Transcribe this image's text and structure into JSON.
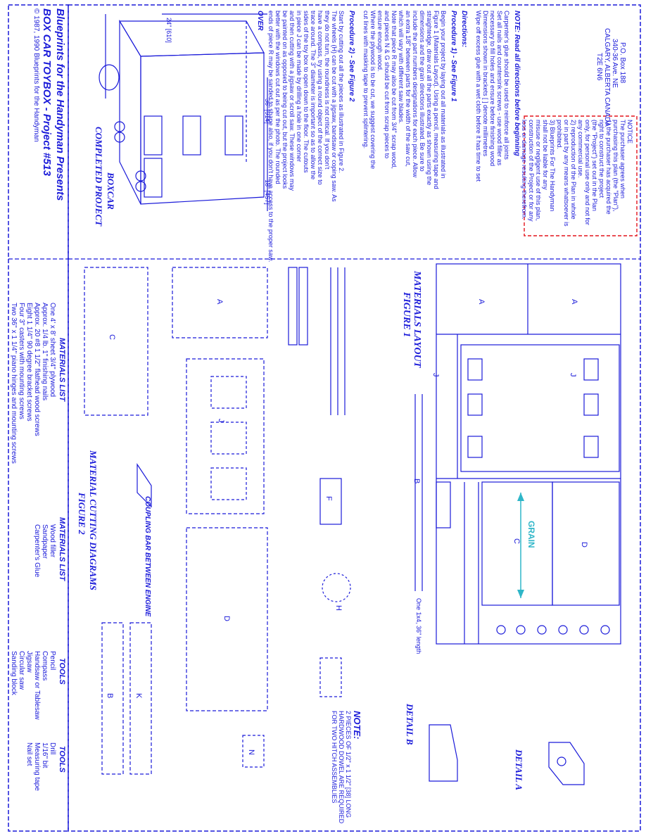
{
  "title": {
    "line1": "Blueprints for the Handyman Presents",
    "line2": "BOX CAR TOYBOX - Project #513",
    "copyright": "© 1987, 1990 Blueprints for the Handyman"
  },
  "header": {
    "address": [
      "P.O. Box 188",
      "340-36 Ave. NE",
      "CALGARY, ALBERTA CANADA",
      "T2E 6N6"
    ]
  },
  "notice": {
    "title": "NOTICE",
    "lines": [
      "The purchaser agrees when",
      "purchasing this plan (the \"Plan\"),",
      "1) the purchaser has acquired the",
      "right to construct the project",
      "(the \"Project\") set out in the Plan",
      "only, for personal use only and not for",
      "any commercial use.",
      "2) reproduction of the Plan in whole",
      "or in part by any means whatsoever is",
      "prohibited.",
      "3) Blueprints For The Handyman",
      "shall not be liable for any",
      "misuse or negligent use of this plan,",
      "construction of the Project or for any",
      "loss or damage resulting therefrom."
    ]
  },
  "directions": {
    "note": "NOTE: Read all directions before beginning",
    "intro": [
      "Carpenter's glue should be used to reinforce all joints",
      "Set all nails and countersink screws - use wood filler as",
      "necessary to fill holes and ensure before finishing wood",
      "Dimensions shown in brackets [ ] denote millimetres",
      "Wipe off excess glue with a wet cloth before it has time to set"
    ],
    "heading": "Directions:",
    "procedure1": {
      "heading": "Procedure 1) - See Figure 1",
      "lines": [
        "Begin your project by laying out all materials as illustrated in",
        "Figure 1 (Materials Layout). Using a pencil, measuring tape and",
        "straightedge, draw out all the parts exactly as shown using the",
        "dimensions and the grain directions illustrated. Be sure to",
        "include the part numbers designations for each piece. Allow",
        "an extra 1/8\" between parts for the width of the saw cut,",
        "which will vary with different saw blades.",
        "Note that piece R may also be cut from 3/4\" scrap wood,",
        "and pieces N & G should be cut from scrap pieces to",
        "ensure enough wood.",
        "Where the plywood is to be cut, we suggest covering the",
        "cut lines with masking tape to prevent splintering."
      ]
    },
    "procedure2": {
      "heading": "Procedure 2) - See Figure 2",
      "lines": [
        "Start by cutting out all the pieces as illustrated in Figure 2.",
        "The wheels (H) can be cut with a jigsaw, bandsaw or coping saw. As",
        "they do not turn, the roundness is not critical. If you don't",
        "have a compass, try using a round object of the correct size to",
        "trace around. The 3\" diameter is important so as to allow the",
        "sides of the toy box to open down to the floor. The cutouts",
        "in piece J can be made by drilling a hole in one corner",
        "and then cutting with a jigsaw or scroll saw. These windows may",
        "be painted on as opposed to being cut out, but the project looks",
        "better with the windows cut out as per the photo. The rounded",
        "ends of piece R may be sanded to shape also, if you don't have access to the proper saw."
      ]
    },
    "over": "OVER"
  },
  "completed_project": {
    "title_line1": "BOXCAR",
    "title_line2": "COMPLETED PROJECT",
    "dims": [
      "24\" [610]",
      "36\" [914]",
      "18\" [457]"
    ]
  },
  "figure1": {
    "title": "MATERIALS LAYOUT",
    "subtitle": "FIGURE 1",
    "labels": {
      "a": "A",
      "b": "B",
      "c": "C",
      "d": "D",
      "j": "J"
    },
    "board_label": "One 1x4, 36\" length",
    "grain": "GRAIN"
  },
  "figure2": {
    "title": "MATERIAL CUTTING DIAGRAMS",
    "subtitle": "FIGURE 2",
    "labels": {
      "a": "A",
      "b": "B",
      "c": "C",
      "d": "D",
      "f": "F",
      "h": "H",
      "j": "J",
      "k": "K",
      "n": "N"
    },
    "coupling_bar": "COUPLING BAR BETWEEN ENGINE"
  },
  "details": {
    "note_heading": "NOTE:",
    "note_lines": [
      "2 PIECES OF 1/2\" x 1 1/2\" [38] LONG",
      "HARDWOOD DOWEL ARE REQUIRED",
      "FOR TWO HITCH ASSEMBLIES"
    ],
    "detail_a": "DETAIL A",
    "detail_b": "DETAIL B"
  },
  "materials_list": {
    "heading": "MATERIALS LIST",
    "items": [
      "One 4' x 8' sheet 3/4\" plywood",
      "Approx. 1/4 lb. 1\" finishing nails",
      "Approx. 20 #8 1 1/2\" flathead wood screws",
      "Eight 1 1/4\" 90 degree bracket screws",
      "Four 3\" casters with mounting screws",
      "Two 36\" x 1 1/4\" piano hinges and mounting screws"
    ]
  },
  "materials_list_2": {
    "heading": "MATERIALS LIST",
    "items": [
      "Wood filler",
      "Sandpaper",
      "Carpenter's Glue"
    ]
  },
  "tools_1": {
    "heading": "TOOLS",
    "items": [
      "Pencil",
      "Compass",
      "Handsaw or Tablesaw",
      "Jigsaw",
      "Circular saw",
      "Sanding block"
    ]
  },
  "tools_2": {
    "heading": "TOOLS",
    "items": [
      "Drill",
      "1/16\" bit",
      "Measuring tape",
      "Nail set"
    ]
  }
}
